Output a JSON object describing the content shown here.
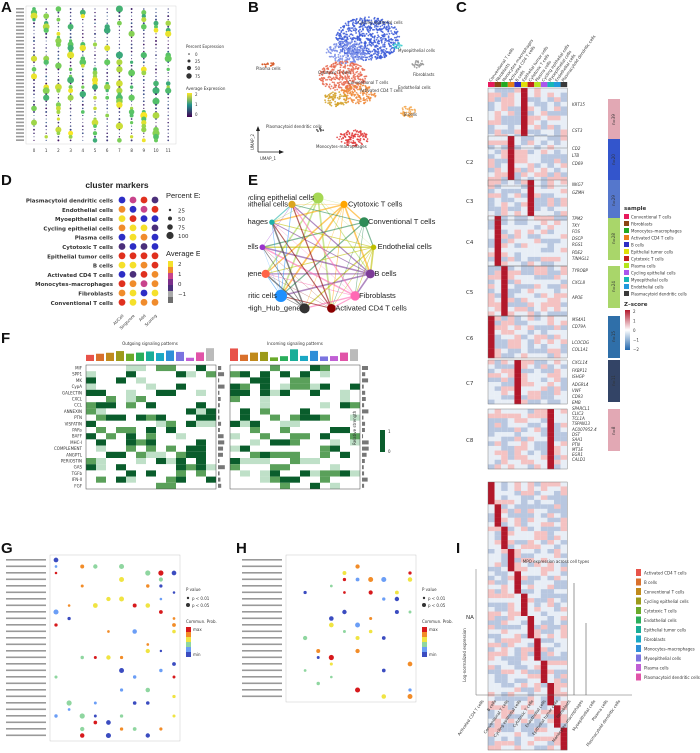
{
  "panels": {
    "A": {
      "label": "A",
      "legend": {
        "pct_title": "Percent Expression",
        "pct_ticks": [
          "0",
          "25",
          "50",
          "75"
        ],
        "avg_title": "Average Expression",
        "avg_ticks": [
          "2",
          "1",
          "0"
        ]
      }
    },
    "B": {
      "label": "B",
      "clusters": [
        "Conventional T cells",
        "Cycling epithelial cells",
        "Myoepithelial cells",
        "Plasma cells",
        "Cytotoxic T cells",
        "Fibroblasts",
        "Activated CD4 T cells",
        "Endothelial cells",
        "B cells",
        "Plasmacytoid dendritic cells",
        "Monocytes–macrophages"
      ],
      "axis_x": "UMAP_1",
      "axis_y": "UMAP_2"
    },
    "C": {
      "label": "C",
      "columns": [
        "Conventional T cells",
        "Fibroblasts",
        "Monocytes–macrophages",
        "Activated CD4 T cells",
        "B cells",
        "Epithelial tumor cells",
        "Cytotoxic T cells",
        "Plasma cells",
        "Cycling epithelial cells",
        "Myoepithelial cells",
        "Endothelial cells",
        "Plasmacytoid dendritic cells"
      ],
      "rows": [
        "C1",
        "C2",
        "C3",
        "C4",
        "C5",
        "C6",
        "C7",
        "C8",
        "NA"
      ],
      "genes": [
        "KRT15",
        "CST3",
        "CD2",
        "LTB",
        "CD69",
        "NKG7",
        "GZMH",
        "TPM2",
        "TKY",
        "FOS",
        "DSCP",
        "RGS1",
        "PDE2",
        "TINAGL1",
        "TYROBP",
        "CXCL8",
        "APOE",
        "MS4A1",
        "CD79A",
        "LCOCDG",
        "COL1A1",
        "CXCL14",
        "FKBP11",
        "ISHGP",
        "ADGRL4",
        "VWF",
        "CD93",
        "EMB",
        "SPARCL1",
        "CLIC3",
        "TCL1A",
        "TSPAN13",
        "AC007952.4",
        "DST",
        "SAA1",
        "PTN",
        "MT1E",
        "EGR1",
        "CALD1"
      ],
      "sample_title": "sample",
      "sample_items": [
        "Conventional T cells",
        "Fibroblasts",
        "Monocytes–macrophages",
        "Activated CD4 T cells",
        "B cells",
        "Epithelial tumor cells",
        "Cytotoxic T cells",
        "Plasma cells",
        "Cycling epithelial cells",
        "Myoepithelial cells",
        "Endothelial cells",
        "Plasmacytoid dendritic cells"
      ],
      "zscore_title": "Z–score",
      "zscore_ticks": [
        "2",
        "1",
        "0",
        "−1",
        "−2"
      ],
      "count_badges": [
        "n=39",
        "n=20",
        "n=29",
        "n=28",
        "n=24",
        "n=15",
        "n=11",
        "n=8"
      ]
    },
    "D": {
      "label": "D",
      "title": "cluster markers",
      "rows": [
        "Plasmacytoid dendritic cells",
        "Endothelial cells",
        "Myoepithelial cells",
        "Cycling epithelial cells",
        "Plasma cells",
        "Cytotoxic T cells",
        "Epithelial tumor cells",
        "B cells",
        "Activated CD4 T cells",
        "Monocytes–macrophages",
        "Fibroblasts",
        "Conventional T cells"
      ],
      "cols": [
        "AUCell",
        "Singscore",
        "Add",
        "Scoring"
      ],
      "pct_title": "Percent Expressed",
      "pct_ticks": [
        "25",
        "50",
        "75",
        "100"
      ],
      "avg_title": "Average Expression",
      "avg_ticks": [
        "2",
        "1",
        "0",
        "−1"
      ]
    },
    "E": {
      "label": "E",
      "nodes": [
        "Cycling epithelial cells",
        "Cytotoxic T cells",
        "Conventional T cells",
        "Endothelial cells",
        "B cells",
        "Fibroblasts",
        "Activated CD4 T cells",
        "High_Hub_gene",
        "Plasmacytoid dendritic cells",
        "Low_Hub_gene",
        "Plasma cells",
        "Monocytes–macrophages",
        "Myoepithelial cells"
      ]
    },
    "F": {
      "label": "F",
      "title_out": "Outgoing signaling patterns",
      "title_in": "Incoming signaling patterns",
      "pathways": [
        "MIF",
        "SPP1",
        "MK",
        "CypA",
        "GALECTIN",
        "CXCL",
        "CCL",
        "ANNEXIN",
        "PTN",
        "VISFATIN",
        "PARs",
        "BAFF",
        "MHC-I",
        "COMPLEMENT",
        "ANGPTL",
        "PERIOSTIN",
        "GAS",
        "TGFb",
        "IFN-II",
        "FGF"
      ],
      "legend_title": "Relative strength",
      "legend_ticks": [
        "1",
        "0"
      ]
    },
    "G": {
      "label": "G",
      "legend_p": "P value",
      "p_ticks": [
        "p < 0.01",
        "p < 0.05"
      ],
      "legend_prob": "Commun. Prob.",
      "prob_ticks": [
        "max",
        "min"
      ]
    },
    "H": {
      "label": "H",
      "legend_p": "P value",
      "p_ticks": [
        "p < 0.01",
        "p < 0.05"
      ],
      "legend_prob": "Commun. Prob.",
      "prob_ticks": [
        "max",
        "min"
      ]
    },
    "I": {
      "label": "I",
      "title": "MPO expression across cell types",
      "ylabel": "Log-normalized expression",
      "legend": [
        "Activated CD4 T cells",
        "B cells",
        "Conventional T cells",
        "Cycling epithelial cells",
        "Cytotoxic T cells",
        "Endothelial cells",
        "Epithelial tumor cells",
        "Fibroblasts",
        "Monocytes–macrophages",
        "Myoepithelial cells",
        "Plasma cells",
        "Plasmacytoid dendritic cells"
      ],
      "legend_colors": [
        "#e8534a",
        "#d9702c",
        "#c08a1c",
        "#9c9a1a",
        "#6aaa2a",
        "#2aae5c",
        "#19ad98",
        "#1aa8c4",
        "#2f8fd8",
        "#7b74e0",
        "#c15fd4",
        "#e154a8"
      ]
    }
  }
}
